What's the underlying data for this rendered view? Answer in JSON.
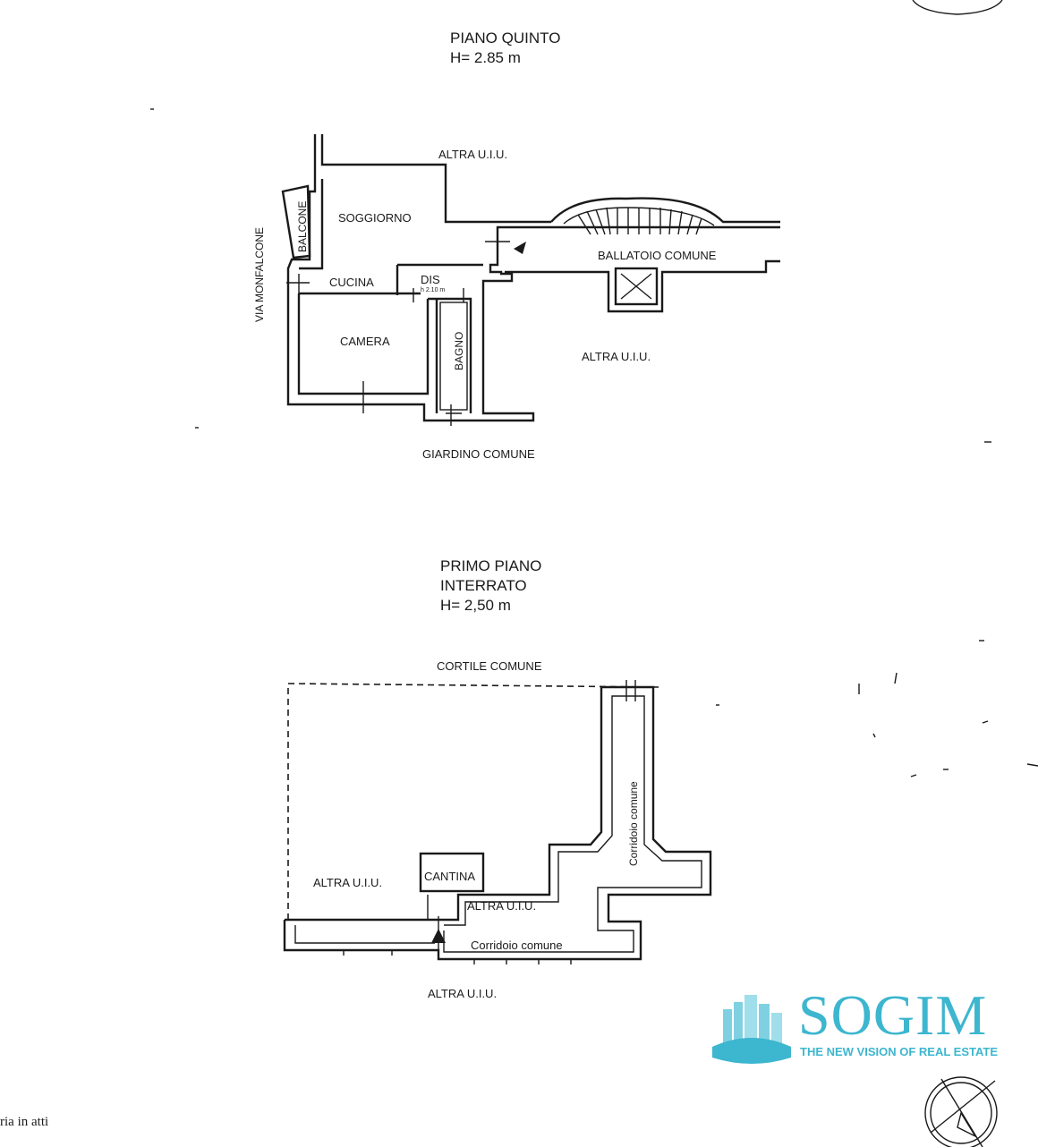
{
  "floor_fifth": {
    "title": "PIANO QUINTO",
    "height": "H= 2.85 m",
    "rooms": {
      "soggiorno": "SOGGIORNO",
      "cucina": "CUCINA",
      "camera": "CAMERA",
      "bagno": "BAGNO",
      "dis": "DIS",
      "dis_height": "h 2.10 m",
      "balcone": "BALCONE",
      "ballatoio": "BALLATOIO COMUNE"
    },
    "surroundings": {
      "altra_top": "ALTRA U.I.U.",
      "altra_right": "ALTRA U.I.U.",
      "street": "VIA MONFALCONE",
      "giardino": "GIARDINO COMUNE"
    }
  },
  "floor_basement": {
    "title_line1": "PRIMO PIANO",
    "title_line2": "INTERRATO",
    "height": "H= 2,50 m",
    "rooms": {
      "cantina": "CANTINA",
      "corridoio_h": "Corridoio comune",
      "corridoio_v": "Corridoio comune"
    },
    "surroundings": {
      "cortile": "CORTILE COMUNE",
      "altra_left": "ALTRA U.I.U.",
      "altra_mid": "ALTRA U.I.U.",
      "altra_bottom": "ALTRA U.I.U."
    }
  },
  "brand": {
    "name": "SOGIM",
    "tagline": "THE NEW VISION OF REAL ESTATE",
    "color": "#3db6cf"
  },
  "footnote": "ria in atti"
}
